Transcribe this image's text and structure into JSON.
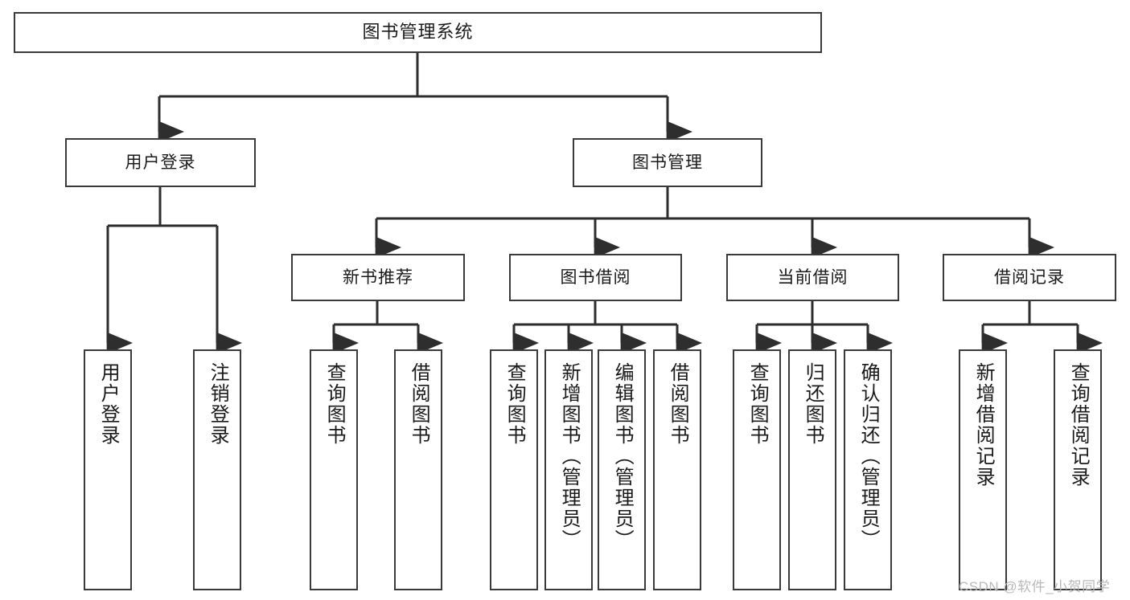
{
  "diagram": {
    "title": "图书管理系统",
    "type": "hierarchy-tree",
    "watermark": "CSDN @软件_小贺同学",
    "colors": {
      "box_border": "#3a3a3a",
      "box_fill": "#ffffff",
      "connector": "#2e2e2e",
      "text": "#1a1a1a",
      "watermark": "#b9b9b9"
    }
  },
  "nodes": {
    "root": {
      "label": "图书管理系统"
    },
    "level1": [
      {
        "id": "user-login",
        "label": "用户登录"
      },
      {
        "id": "book-manage",
        "label": "图书管理"
      }
    ],
    "level2": [
      {
        "id": "new-book-recommend",
        "label": "新书推荐"
      },
      {
        "id": "book-borrow",
        "label": "图书借阅"
      },
      {
        "id": "current-borrow",
        "label": "当前借阅"
      },
      {
        "id": "borrow-record",
        "label": "借阅记录"
      }
    ],
    "leaves": {
      "user-login": [
        {
          "id": "leaf-user-login",
          "label": "用户登录"
        },
        {
          "id": "leaf-logout-login",
          "label": "注销登录"
        }
      ],
      "new-book-recommend": [
        {
          "id": "leaf-query-book-1",
          "label": "查询图书"
        },
        {
          "id": "leaf-borrow-book-1",
          "label": "借阅图书"
        }
      ],
      "book-borrow": [
        {
          "id": "leaf-query-book-2",
          "label": "查询图书"
        },
        {
          "id": "leaf-add-book",
          "label": "新增图书（管理员）"
        },
        {
          "id": "leaf-edit-book",
          "label": "编辑图书（管理员）"
        },
        {
          "id": "leaf-borrow-book-2",
          "label": "借阅图书"
        }
      ],
      "current-borrow": [
        {
          "id": "leaf-query-book-3",
          "label": "查询图书"
        },
        {
          "id": "leaf-return-book",
          "label": "归还图书"
        },
        {
          "id": "leaf-confirm-return",
          "label": "确认归还（管理员）"
        }
      ],
      "borrow-record": [
        {
          "id": "leaf-add-record",
          "label": "新增借阅记录"
        },
        {
          "id": "leaf-query-record",
          "label": "查询借阅记录"
        }
      ]
    }
  }
}
